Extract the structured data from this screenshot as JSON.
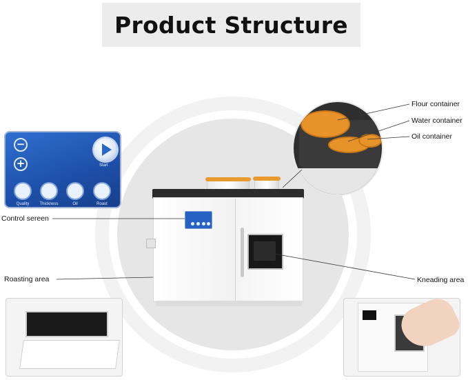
{
  "title": "Product Structure",
  "labels": {
    "flour_container": "Flour container",
    "water_container": "Water container",
    "oil_container": "Oil container",
    "control_screen": "Control sereen",
    "roasting_area": "Roasting area",
    "kneading_area": "Kneading area"
  },
  "control_panel": {
    "minus": "−",
    "plus": "+",
    "start": "Start",
    "buttons": [
      "Quality",
      "Thickness",
      "Oil",
      "Roast"
    ]
  },
  "colors": {
    "panel_blue": "#2262c4",
    "lid_orange": "#e89a2c",
    "title_bg": "#ececec"
  }
}
